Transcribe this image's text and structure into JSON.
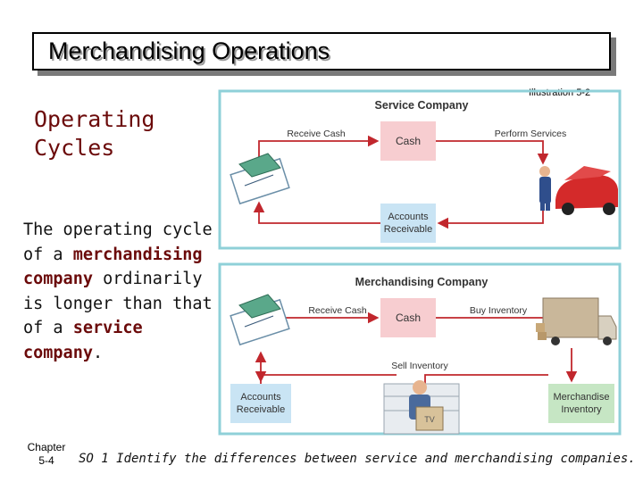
{
  "slide": {
    "title": "Merchandising Operations",
    "subtitle_line1": "Operating",
    "subtitle_line2": "Cycles",
    "illustration_label": "Illustration 5-2",
    "body": {
      "p1": "The operating cycle of a ",
      "p2": "merchandising company",
      "p3": " ordinarily is longer than that of a ",
      "p4": "service company",
      "p5": "."
    },
    "chapter_line1": "Chapter",
    "chapter_line2": "5-4",
    "so_text": "SO 1  Identify the differences between service and merchandising companies."
  },
  "diagram": {
    "service": {
      "heading": "Service Company",
      "cash": "Cash",
      "accounts_receivable_1": "Accounts",
      "accounts_receivable_2": "Receivable",
      "receive_cash": "Receive Cash",
      "perform_services": "Perform Services"
    },
    "merch": {
      "heading": "Merchandising Company",
      "cash": "Cash",
      "receive_cash": "Receive Cash",
      "buy_inventory": "Buy Inventory",
      "sell_inventory": "Sell Inventory",
      "accounts_receivable_1": "Accounts",
      "accounts_receivable_2": "Receivable",
      "merch_inventory_1": "Merchandise",
      "merch_inventory_2": "Inventory"
    },
    "colors": {
      "frame": "#8fd0d8",
      "cash_box": "#f7cdd0",
      "ar_box": "#c9e4f4",
      "inventory_box": "#c6e6c4",
      "arrow": "#c1272d"
    }
  }
}
